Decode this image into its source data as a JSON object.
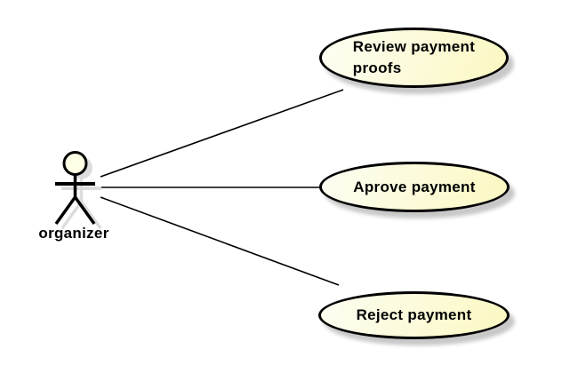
{
  "diagram": {
    "type": "uml-use-case",
    "background_color": "#ffffff",
    "actor": {
      "id": "organizer",
      "label": "organizer",
      "icon": "stick-figure-icon",
      "head_fill": "#ffffe6"
    },
    "use_cases": [
      {
        "id": "review-payment-proofs",
        "label": "Review payment\nproofs"
      },
      {
        "id": "aprove-payment",
        "label": "Aprove payment"
      },
      {
        "id": "reject-payment",
        "label": "Reject payment"
      }
    ],
    "associations": [
      {
        "from": "organizer",
        "to": "review-payment-proofs"
      },
      {
        "from": "organizer",
        "to": "aprove-payment"
      },
      {
        "from": "organizer",
        "to": "reject-payment"
      }
    ],
    "colors": {
      "ellipse_fill_start": "#fdfdf2",
      "ellipse_fill_end": "#fbf8c2",
      "ellipse_border": "#000000",
      "shadow": "#c8c8c8",
      "line": "#000000",
      "text": "#000000"
    }
  }
}
